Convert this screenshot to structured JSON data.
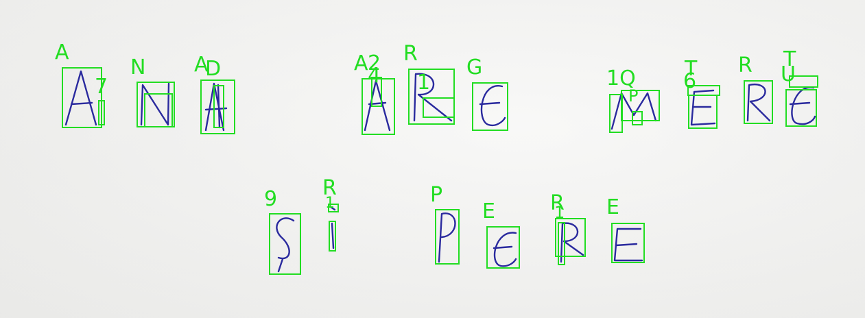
{
  "colors": {
    "box": "#22dd22",
    "ink": "#2a2a9e",
    "paper": "#f2f2f0"
  },
  "detections": [
    {
      "label": "A"
    },
    {
      "label": "7"
    },
    {
      "label": "N"
    },
    {
      "label": "A"
    },
    {
      "label": "D"
    },
    {
      "label": "A"
    },
    {
      "label": "2"
    },
    {
      "label": "4"
    },
    {
      "label": "R"
    },
    {
      "label": "1"
    },
    {
      "label": "G"
    },
    {
      "label": "1Q"
    },
    {
      "label": "P"
    },
    {
      "label": "T"
    },
    {
      "label": "6"
    },
    {
      "label": "R"
    },
    {
      "label": "T"
    },
    {
      "label": "U"
    },
    {
      "label": "9"
    },
    {
      "label": "R"
    },
    {
      "label": "1"
    },
    {
      "label": "P"
    },
    {
      "label": "E"
    },
    {
      "label": "R"
    },
    {
      "label": "1"
    },
    {
      "label": "E"
    }
  ]
}
